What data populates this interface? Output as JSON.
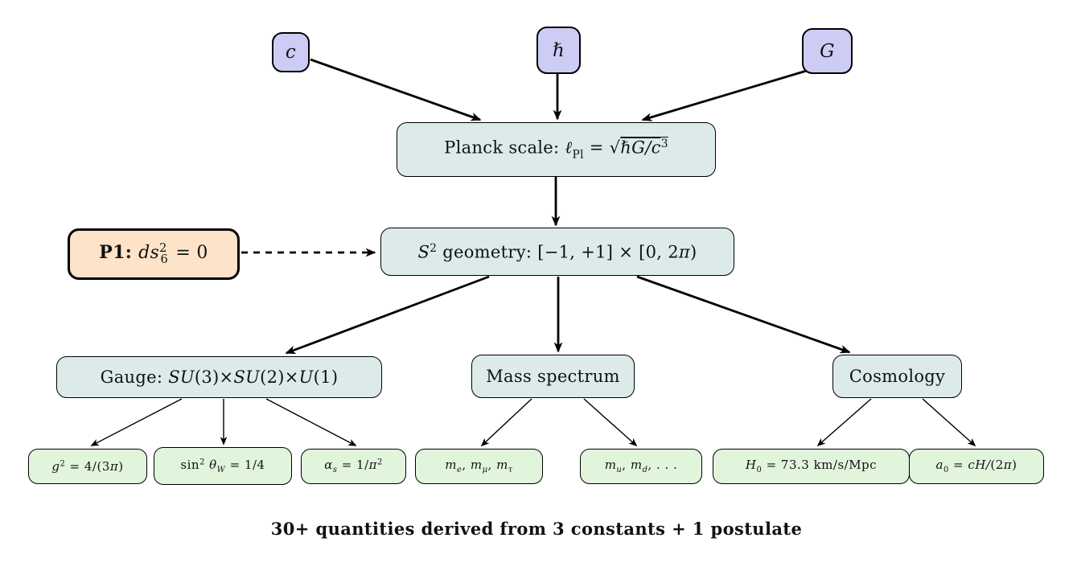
{
  "diagram": {
    "caption": "30+ quantities derived from 3 constants + 1 postulate",
    "colors": {
      "constant_fill": "#ccccf5",
      "derived_fill": "#dcebe9",
      "postulate_fill": "#fde3c7",
      "leaf_fill": "#e1f5dd",
      "border": "#000000",
      "arrow": "#000000",
      "background": "#ffffff",
      "text": "#111111"
    },
    "nodes": {
      "c": {
        "plain": "c",
        "segments": [
          {
            "t": "c",
            "s": "i"
          }
        ]
      },
      "hbar": {
        "plain": "ℏ",
        "segments": [
          {
            "t": "ℏ",
            "s": "i"
          }
        ]
      },
      "G": {
        "plain": "G",
        "segments": [
          {
            "t": "G",
            "s": "i"
          }
        ]
      },
      "planck": {
        "plain": "Planck scale: ℓPl = √ℏG/c³",
        "segments": [
          {
            "t": "Planck scale: ",
            "s": "n"
          },
          {
            "t": "ℓ",
            "s": "i"
          },
          {
            "t": "Pl",
            "s": "sub"
          },
          {
            "t": " = ",
            "s": "n"
          },
          {
            "t": "√",
            "s": "n"
          },
          {
            "t": "ℏG/c",
            "s": "i ol"
          },
          {
            "t": "3",
            "s": "sup ol"
          }
        ]
      },
      "p1": {
        "plain": "P1: ds6² = 0",
        "segments": [
          {
            "t": "P1: ",
            "s": "b"
          },
          {
            "t": "ds",
            "s": "i"
          },
          {
            "t": "2",
            "s": "sup"
          },
          {
            "t": "6",
            "s": "sub"
          },
          {
            "t": " = 0",
            "s": "n"
          }
        ]
      },
      "s2": {
        "plain": "S² geometry: [−1, +1] × [0, 2π)",
        "segments": [
          {
            "t": "S",
            "s": "i"
          },
          {
            "t": "2",
            "s": "sup"
          },
          {
            "t": " geometry: [−1, +1] × [0, 2",
            "s": "n"
          },
          {
            "t": "π",
            "s": "i"
          },
          {
            "t": ")",
            "s": "n"
          }
        ]
      },
      "gauge": {
        "plain": "Gauge: SU(3)×SU(2)×U(1)",
        "segments": [
          {
            "t": "Gauge: ",
            "s": "n"
          },
          {
            "t": "SU",
            "s": "i"
          },
          {
            "t": "(3)×",
            "s": "n"
          },
          {
            "t": "SU",
            "s": "i"
          },
          {
            "t": "(2)×",
            "s": "n"
          },
          {
            "t": "U",
            "s": "i"
          },
          {
            "t": "(1)",
            "s": "n"
          }
        ]
      },
      "mass": {
        "plain": "Mass spectrum",
        "segments": [
          {
            "t": "Mass spectrum",
            "s": "n"
          }
        ]
      },
      "cosmology": {
        "plain": "Cosmology",
        "segments": [
          {
            "t": "Cosmology",
            "s": "n"
          }
        ]
      },
      "g2": {
        "plain": "g² = 4/(3π)",
        "segments": [
          {
            "t": "g",
            "s": "i"
          },
          {
            "t": "2",
            "s": "sup"
          },
          {
            "t": " = 4/(3",
            "s": "n"
          },
          {
            "t": "π",
            "s": "i"
          },
          {
            "t": ")",
            "s": "n"
          }
        ]
      },
      "sin2w": {
        "plain": "sin² θW = 1/4",
        "segments": [
          {
            "t": "sin",
            "s": "n"
          },
          {
            "t": "2",
            "s": "sup"
          },
          {
            "t": " ",
            "s": "n"
          },
          {
            "t": "θ",
            "s": "i"
          },
          {
            "t": "W",
            "s": "i sub"
          },
          {
            "t": " = 1/4",
            "s": "n"
          }
        ]
      },
      "alpha_s": {
        "plain": "αs = 1/π²",
        "segments": [
          {
            "t": "α",
            "s": "i"
          },
          {
            "t": "s",
            "s": "i sub"
          },
          {
            "t": " = 1/",
            "s": "n"
          },
          {
            "t": "π",
            "s": "i"
          },
          {
            "t": "2",
            "s": "sup"
          }
        ]
      },
      "leptons": {
        "plain": "me, mμ, mτ",
        "segments": [
          {
            "t": "m",
            "s": "i"
          },
          {
            "t": "e",
            "s": "i sub"
          },
          {
            "t": ", ",
            "s": "n"
          },
          {
            "t": "m",
            "s": "i"
          },
          {
            "t": "μ",
            "s": "i sub"
          },
          {
            "t": ", ",
            "s": "n"
          },
          {
            "t": "m",
            "s": "i"
          },
          {
            "t": "τ",
            "s": "i sub"
          }
        ]
      },
      "quarks": {
        "plain": "mu, md, . . .",
        "segments": [
          {
            "t": "m",
            "s": "i"
          },
          {
            "t": "u",
            "s": "i sub"
          },
          {
            "t": ", ",
            "s": "n"
          },
          {
            "t": "m",
            "s": "i"
          },
          {
            "t": "d",
            "s": "i sub"
          },
          {
            "t": ", . . .",
            "s": "n"
          }
        ]
      },
      "h0": {
        "plain": "H0 = 73.3 km/s/Mpc",
        "segments": [
          {
            "t": "H",
            "s": "i"
          },
          {
            "t": "0",
            "s": "sub"
          },
          {
            "t": " = 73.3 km/s/Mpc",
            "s": "n"
          }
        ]
      },
      "a0": {
        "plain": "a0 = cH/(2π)",
        "segments": [
          {
            "t": "a",
            "s": "i"
          },
          {
            "t": "0",
            "s": "sub"
          },
          {
            "t": " = ",
            "s": "n"
          },
          {
            "t": "cH/",
            "s": "i"
          },
          {
            "t": "(2",
            "s": "n"
          },
          {
            "t": "π",
            "s": "i"
          },
          {
            "t": ")",
            "s": "n"
          }
        ]
      }
    },
    "edges": [
      {
        "from": "c",
        "to": "planck",
        "style": "thick-solid"
      },
      {
        "from": "hbar",
        "to": "planck",
        "style": "thick-solid"
      },
      {
        "from": "G",
        "to": "planck",
        "style": "thick-solid"
      },
      {
        "from": "planck",
        "to": "s2",
        "style": "thick-solid"
      },
      {
        "from": "p1",
        "to": "s2",
        "style": "thick-dashed"
      },
      {
        "from": "s2",
        "to": "gauge",
        "style": "thick-solid"
      },
      {
        "from": "s2",
        "to": "mass",
        "style": "thick-solid"
      },
      {
        "from": "s2",
        "to": "cosmology",
        "style": "thick-solid"
      },
      {
        "from": "gauge",
        "to": "g2",
        "style": "thin-solid"
      },
      {
        "from": "gauge",
        "to": "sin2w",
        "style": "thin-solid"
      },
      {
        "from": "gauge",
        "to": "alpha_s",
        "style": "thin-solid"
      },
      {
        "from": "mass",
        "to": "leptons",
        "style": "thin-solid"
      },
      {
        "from": "mass",
        "to": "quarks",
        "style": "thin-solid"
      },
      {
        "from": "cosmology",
        "to": "h0",
        "style": "thin-solid"
      },
      {
        "from": "cosmology",
        "to": "a0",
        "style": "thin-solid"
      }
    ]
  }
}
